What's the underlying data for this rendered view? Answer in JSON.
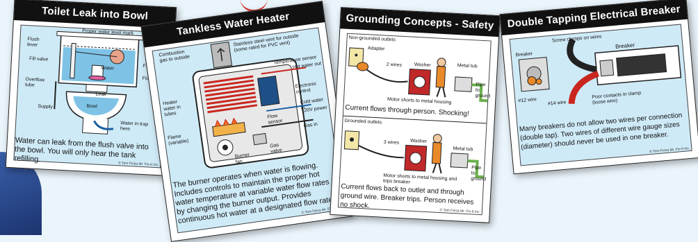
{
  "cards": [
    {
      "title": "Toilet Leak into Bowl",
      "labels": {
        "flush_lever": "Flush lever",
        "proper_water": "Proper water level mark",
        "fill_valve": "Fill valve",
        "float": "Float",
        "flapper": "Flapper",
        "overflow": "Overflow tube",
        "water": "Water",
        "leak": "Leak",
        "supply": "Supply",
        "bowl": "Bowl",
        "trap": "Water in trap here"
      },
      "caption": "Water can leak from the flush valve into the bowl. You will only hear the tank refilling.",
      "copyright": "© Tom Feiza Mr. Fix-It Inc."
    },
    {
      "title": "Tankless Water Heater",
      "labels": {
        "combustion": "Combustion gas to outside",
        "vent": "Stainless steel vent for outside (some rated for PVC vent)",
        "temp_sensor": "Temperature sensor",
        "hot_out": "Hot water out",
        "heater_tubes": "Heater water in tubes",
        "electronic": "Electronic control",
        "cold_in": "Cold water in",
        "power": "120V power",
        "flow_sensor": "Flow sensor",
        "flame": "Flame (variable)",
        "gas_in": "Gas in",
        "burner_fan": "Burner fan",
        "gas_valve": "Gas valve"
      },
      "caption": "The burner operates when water is flowing. Includes controls to maintain the proper hot water temperature at variable water flow rates by changing the burner output. Provides continuous hot water at a designated flow rate.",
      "copyright": "© Tom Feiza Mr. Fix-It Inc."
    },
    {
      "title": "Grounding Concepts - Safety",
      "top": {
        "heading": "Non-grounded outlets",
        "adapter": "Adapter",
        "wires": "2 wires",
        "washer": "Washer",
        "metal_tub": "Metal tub",
        "pipe": "Pipe to ground",
        "shorts": "Motor shorts to metal housing",
        "caption": "Current flows through person. Shocking!"
      },
      "bottom": {
        "heading": "Grounded outlets",
        "wires": "3 wires",
        "washer": "Washer",
        "metal_tub": "Metal tub",
        "pipe": "Pipe to ground",
        "shorts": "Motor shorts to metal housing and trips breaker",
        "caption": "Current flows back to outlet and through ground wire. Breaker trips. Person receives no shock."
      },
      "copyright": "© Tom Feiza Mr. Fix-It Inc."
    },
    {
      "title": "Double Tapping Electrical Breaker",
      "labels": {
        "screw": "Screw clamps on wires",
        "breaker": "Breaker",
        "wire12": "#12 wire",
        "wire14": "#14 wire",
        "poor": "Poor contacts in clamp (loose wire)",
        "side": "Breaker"
      },
      "caption": "Many breakers do not allow two wires per connection (double tap). Two wires of different wire gauge sizes (diameter) should never be used in one breaker.",
      "copyright": "© Tom Feiza Mr. Fix-It Inc."
    }
  ],
  "colors": {
    "card_bg": "#ffffff",
    "panel_bg": "#cfeaf7",
    "title_bg": "#111111",
    "wire_red": "#c8261e",
    "pipe_green": "#6ab04c",
    "washer_red": "#c0282a",
    "accent_orange": "#e98a2a"
  }
}
